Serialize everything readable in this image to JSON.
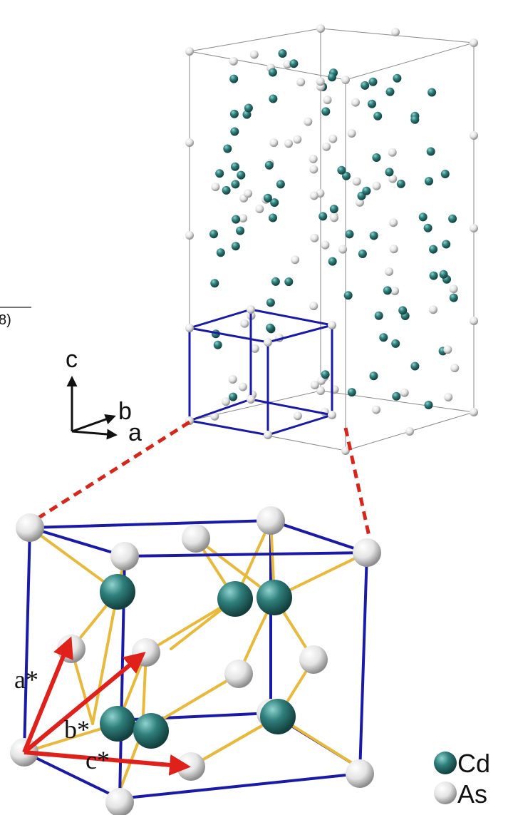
{
  "fragment_text": "8)",
  "axes": {
    "c": "c",
    "b": "b",
    "a": "a"
  },
  "vectors": {
    "a_star": "a*",
    "b_star": "b*",
    "c_star": "c*"
  },
  "legend": [
    {
      "symbol": "Cd",
      "color": "#2f7f7c"
    },
    {
      "symbol": "As",
      "color": "#e6e6e6"
    }
  ],
  "colors": {
    "cell_edge": "#1a1aa8",
    "bond": "#e8b93a",
    "vector": "#e0201a",
    "dashed_link": "#d9261c",
    "supercell_edge": "#8a8a8a"
  }
}
